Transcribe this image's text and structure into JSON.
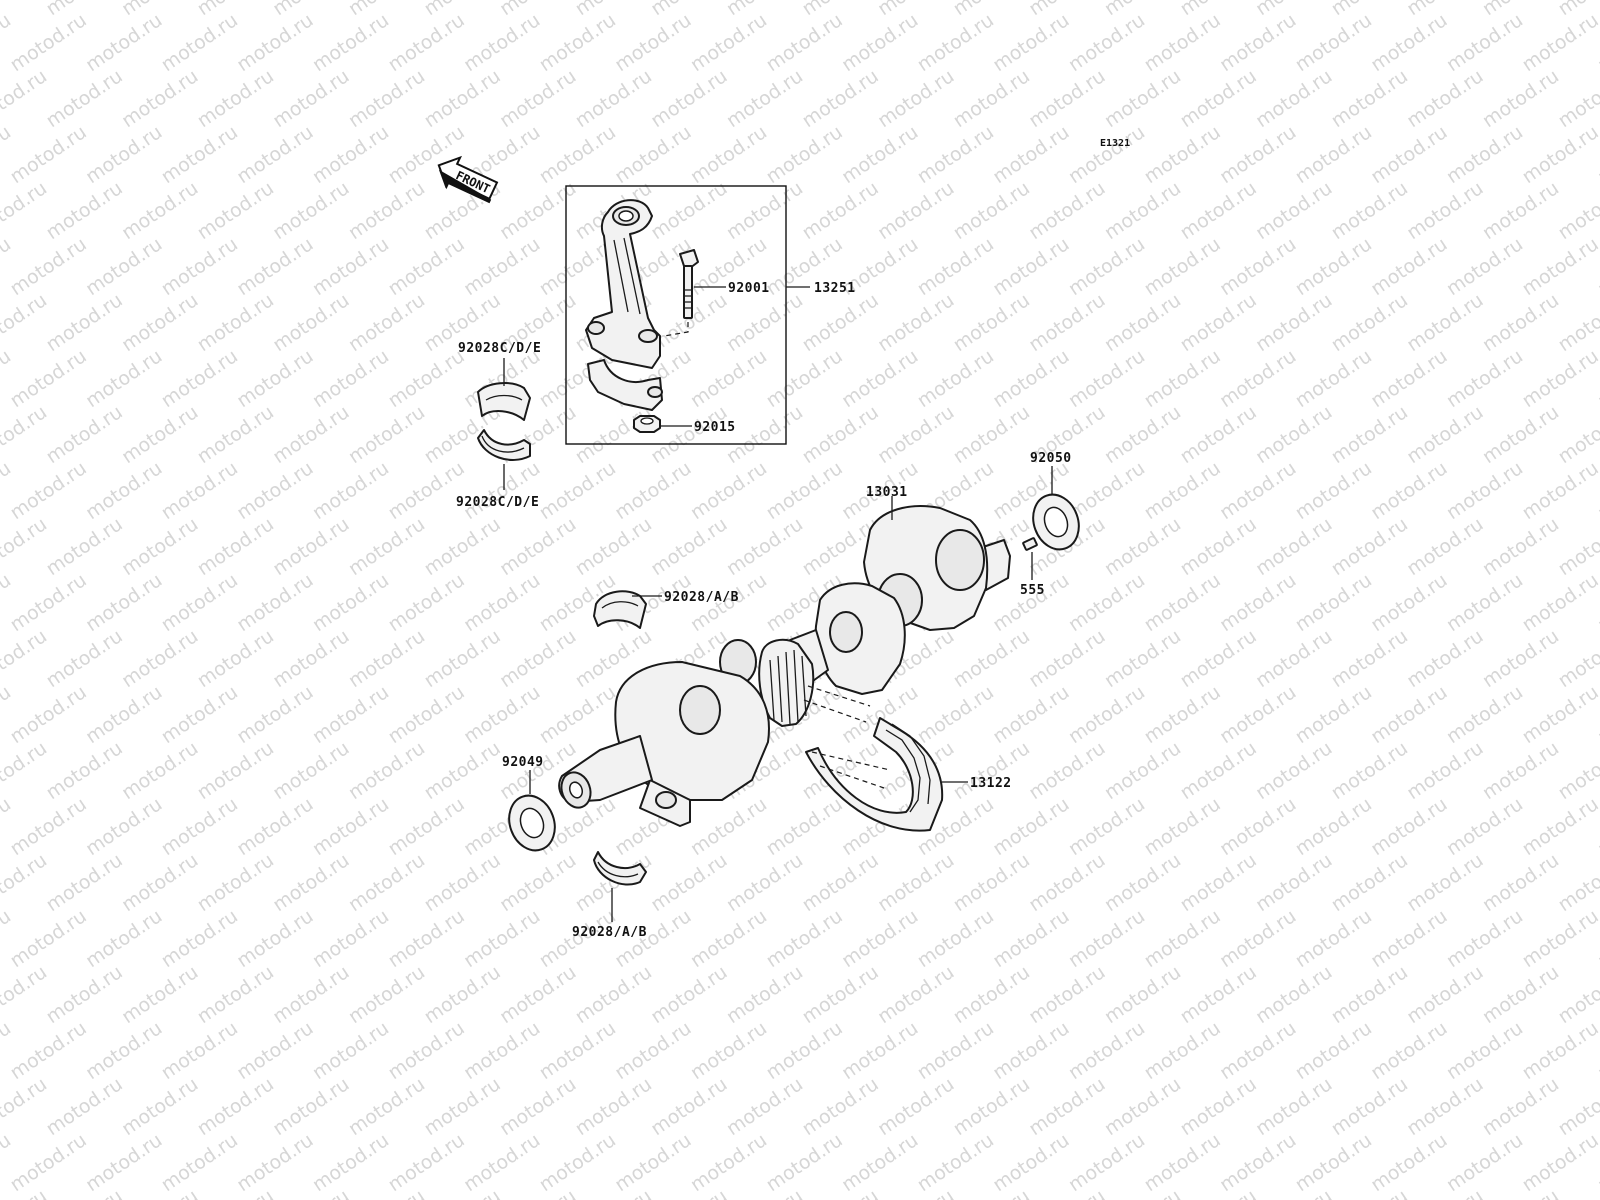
{
  "diagram": {
    "ref_code": "E1321",
    "front_label": "FRONT",
    "watermark_text": "motod.ru",
    "parts": [
      {
        "id": "connecting_rod_assy",
        "label": "13251"
      },
      {
        "id": "rod_bolt",
        "label": "92001"
      },
      {
        "id": "rod_nut",
        "label": "92015"
      },
      {
        "id": "conrod_bearing_upper",
        "label": "92028C/D/E"
      },
      {
        "id": "conrod_bearing_lower",
        "label": "92028C/D/E"
      },
      {
        "id": "crankshaft",
        "label": "13031"
      },
      {
        "id": "oil_seal_right",
        "label": "92050"
      },
      {
        "id": "key_pin",
        "label": "555"
      },
      {
        "id": "main_bearing_upper",
        "label": "92028/A/B"
      },
      {
        "id": "main_bearing_lower",
        "label": "92028/A/B"
      },
      {
        "id": "oil_seal_left",
        "label": "92049"
      },
      {
        "id": "cam_chain",
        "label": "13122"
      }
    ]
  }
}
